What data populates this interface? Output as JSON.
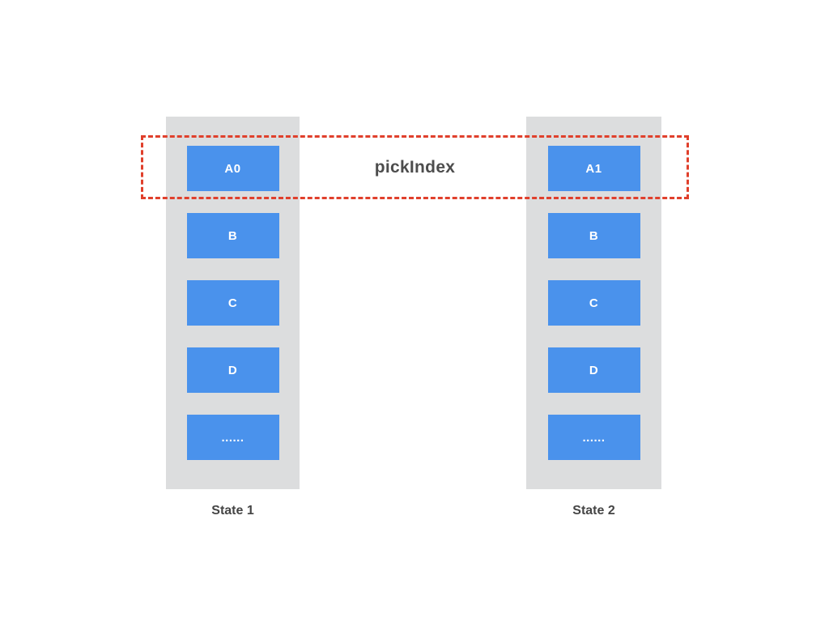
{
  "diagram": {
    "pick_label": "pickIndex",
    "columns": [
      {
        "name": "State 1",
        "cells": [
          "A0",
          "B",
          "C",
          "D",
          "......"
        ]
      },
      {
        "name": "State 2",
        "cells": [
          "A1",
          "B",
          "C",
          "D",
          "......"
        ]
      }
    ],
    "colors": {
      "cell_blue": "#4a92ec",
      "column_gray": "#dcddde",
      "highlight_red": "#e0402c",
      "label_text": "#4d4d4d",
      "cell_text": "#ffffff",
      "background": "#ffffff"
    }
  }
}
